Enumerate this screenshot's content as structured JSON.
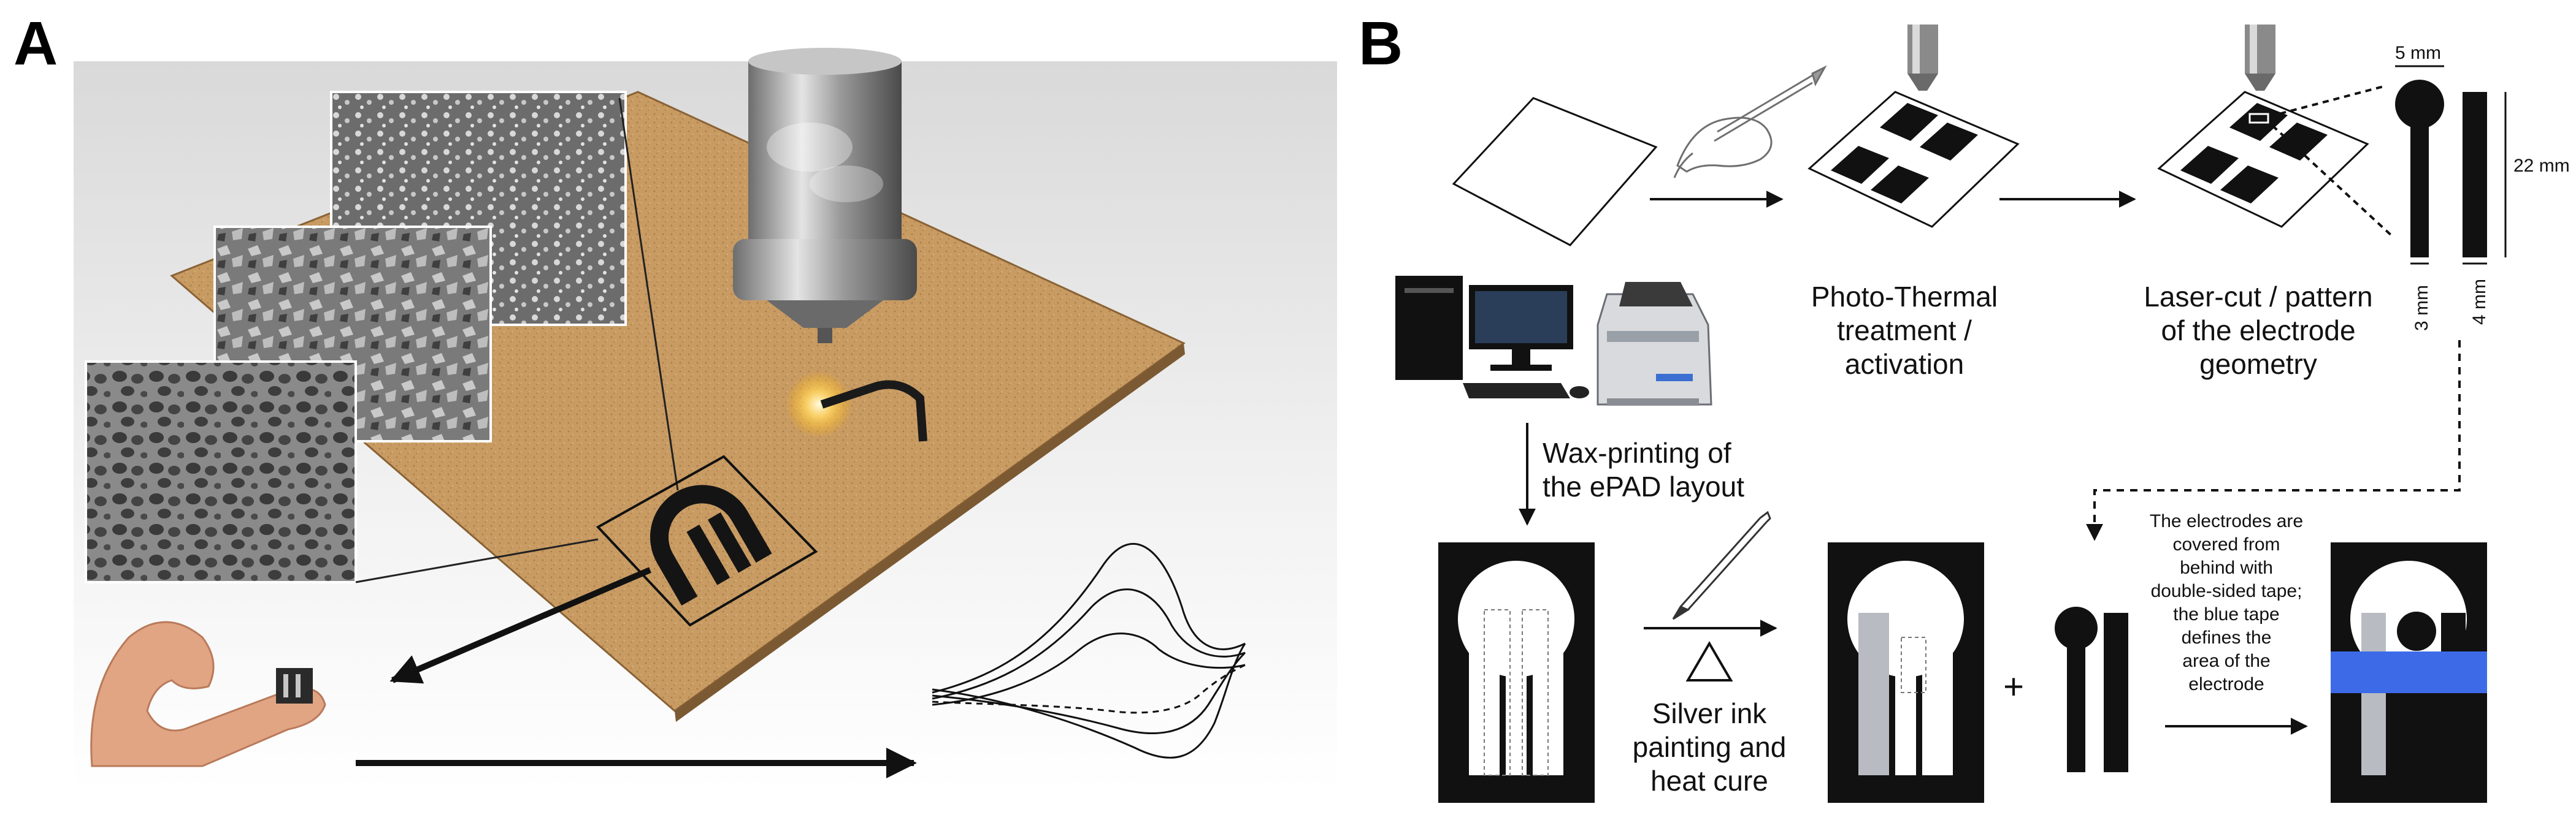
{
  "panels": {
    "a": "A",
    "b": "B"
  },
  "steps": {
    "wax_line1": "Wax-printing of",
    "wax_line2": "the ePAD layout",
    "photo_line1": "Photo-Thermal",
    "photo_line2": "treatment /",
    "photo_line3": "activation",
    "laser_line1": "Laser-cut / pattern",
    "laser_line2": "of the electrode",
    "laser_line3": "geometry",
    "silver_line1": "Silver ink",
    "silver_line2": "painting and",
    "silver_line3": "heat cure",
    "plus": "+"
  },
  "dimensions": {
    "width_top": "5 mm",
    "height": "22 mm",
    "width_left": "3 mm",
    "width_right": "4 mm"
  },
  "tape_note": [
    "The electrodes are",
    "covered from",
    "behind with",
    "double-sided tape;",
    "the blue tape",
    "defines the",
    "area of the",
    "electrode"
  ],
  "colors": {
    "cork": "#c89b63",
    "cork_dark": "#9e7447",
    "blue_tape": "#3d6be8",
    "silver": "#b8bcc2"
  }
}
